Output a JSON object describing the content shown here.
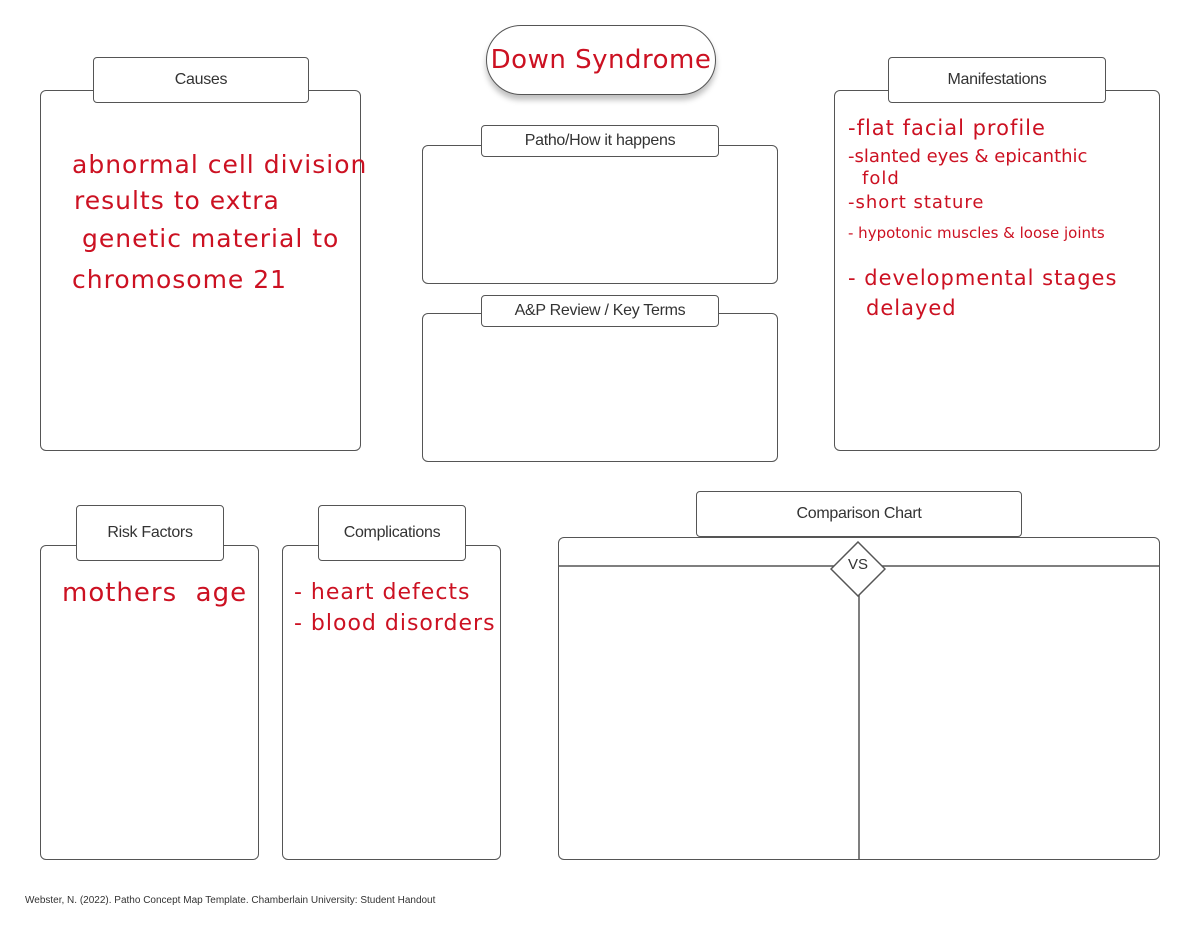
{
  "title": "Down Syndrome",
  "sections": {
    "causes": {
      "label": "Causes",
      "notes": [
        "abnormal cell division",
        "results to extra",
        "genetic material to",
        "chromosome 21"
      ]
    },
    "patho": {
      "label": "Patho/How it happens"
    },
    "ap_review": {
      "label": "A&P Review / Key Terms"
    },
    "manifestations": {
      "label": "Manifestations",
      "notes": [
        "-flat facial profile",
        "-slanted eyes & epicanthic",
        "fold",
        "-short stature",
        "- hypotonic muscles & loose joints",
        "- developmental stages",
        "delayed"
      ]
    },
    "risk_factors": {
      "label": "Risk Factors",
      "notes": [
        "mothers  age"
      ]
    },
    "complications": {
      "label": "Complications",
      "notes": [
        "- heart defects",
        "- blood disorders"
      ]
    },
    "comparison": {
      "label": "Comparison Chart",
      "vs": "VS"
    }
  },
  "footer": "Webster, N. (2022). Patho Concept Map Template. Chamberlain University: Student Handout",
  "colors": {
    "handwriting": "#cc1122",
    "border": "#555555"
  }
}
